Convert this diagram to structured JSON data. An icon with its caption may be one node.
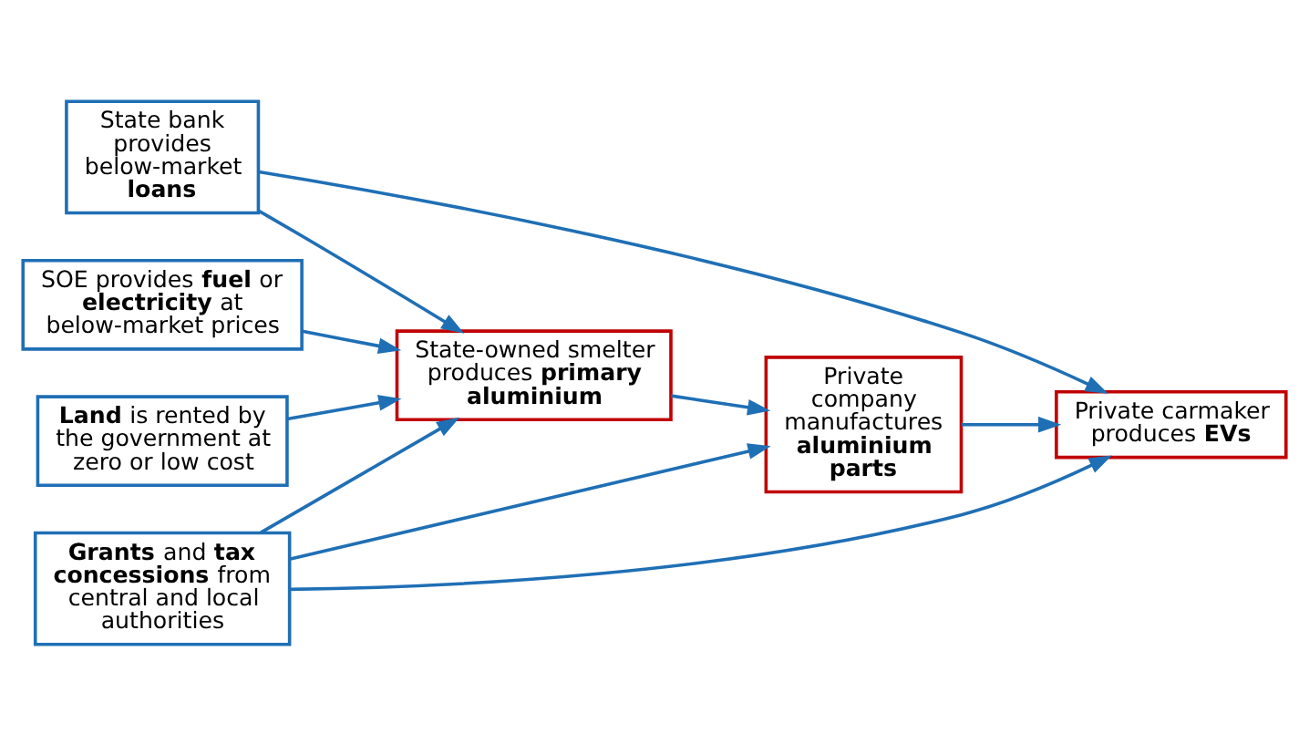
{
  "diagram": {
    "nodes": [
      {
        "text": [
          "State bank provides below-market **loans**"
        ]
      },
      {
        "text": [
          "SOE provides **fuel** or **electricity** at below-market prices"
        ]
      },
      {
        "text": [
          "State-owned smelter produces **primary aluminium**"
        ]
      },
      {
        "text": [
          "Private company manufactures **aluminium parts**"
        ]
      },
      {
        "text": [
          "**Land** is rented by the government at zero or low cost"
        ]
      },
      {
        "text": [
          "**Grants** and **tax concessions** from central and local authorities"
        ]
      },
      {
        "text": [
          "Private carmaker produces **EVs**"
        ]
      }
    ],
    "edges": [
      {
        "from": 1,
        "to": 2,
        "arrow": "to"
      },
      {
        "from": 0,
        "to": 2,
        "arrow": "to"
      },
      {
        "from": 0,
        "to": 6,
        "arrow": "to"
      },
      {
        "from": 2,
        "to": 3,
        "arrow": "to"
      },
      {
        "from": 4,
        "to": 2,
        "arrow": "to"
      },
      {
        "from": 5,
        "to": 2,
        "arrow": "to"
      },
      {
        "from": 5,
        "to": 3,
        "arrow": "to"
      },
      {
        "from": 5,
        "to": 6,
        "arrow": "to"
      },
      {
        "from": 3,
        "to": 6,
        "arrow": "to"
      }
    ]
  }
}
